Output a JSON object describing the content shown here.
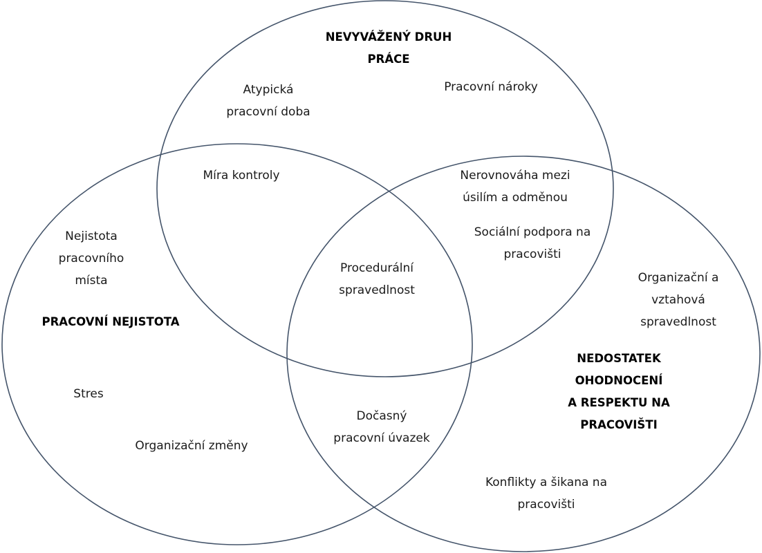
{
  "colors": {
    "circle_stroke": "#44546a",
    "text": "#1a1a1a"
  },
  "circles": {
    "work": {
      "title": [
        "NEVYVÁŽENÝ DRUH",
        "PRÁCE"
      ]
    },
    "insecurity": {
      "title": [
        "PRACOVNÍ NEJISTOTA"
      ]
    },
    "respect": {
      "title": [
        "NEDOSTATEK",
        "OHODNOCENÍ",
        "A RESPEKTU NA",
        "PRACOVIŠTI"
      ]
    }
  },
  "items": {
    "atypical_hours": [
      "Atypická",
      "pracovní doba"
    ],
    "work_demands": [
      "Pracovní nároky"
    ],
    "control": [
      "Míra kontroly"
    ],
    "effort_reward": [
      "Nerovnováha mezi",
      "úsilím a odměnou"
    ],
    "social_support": [
      "Sociální podpora na",
      "pracovišti"
    ],
    "job_insecurity": [
      "Nejistota",
      "pracovního",
      "místa"
    ],
    "procedural_justice": [
      "Procedurální",
      "spravedlnost"
    ],
    "org_justice": [
      "Organizační a",
      "vztahová",
      "spravedlnost"
    ],
    "stress": [
      "Stres"
    ],
    "org_changes": [
      "Organizační změny"
    ],
    "temporary_contract": [
      "Dočasný",
      "pracovní úvazek"
    ],
    "conflicts": [
      "Konflikty a šikana na",
      "pracovišti"
    ]
  }
}
